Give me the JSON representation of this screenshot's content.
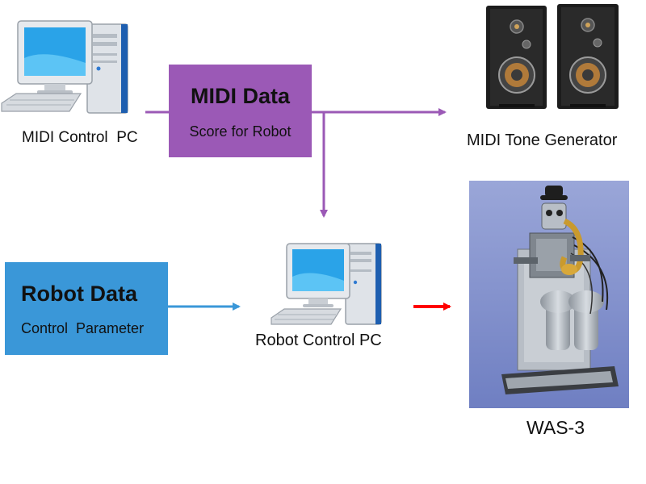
{
  "nodes": {
    "midi_pc": {
      "label": "MIDI Control  PC"
    },
    "midi_box": {
      "title": "MIDI Data",
      "subtitle": "Score for Robot"
    },
    "tone_gen": {
      "label": "MIDI Tone Generator"
    },
    "robot_pc": {
      "label": "Robot Control PC"
    },
    "robot_box": {
      "title": "Robot Data",
      "subtitle": "Control  Parameter"
    },
    "robot": {
      "label": "WAS-3"
    }
  },
  "colors": {
    "midi_box": "#9b59b6",
    "robot_box": "#3a97d8",
    "midi_arrow": "#9b59b6",
    "robot_arrow": "#3a97d8",
    "output_arrow": "#ff0000"
  }
}
